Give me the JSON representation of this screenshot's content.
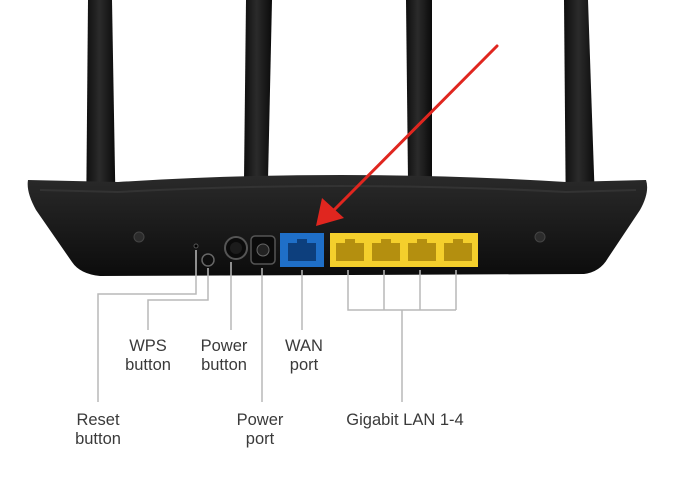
{
  "callouts": {
    "reset": {
      "line1": "Reset",
      "line2": "button"
    },
    "wps": {
      "line1": "WPS",
      "line2": "button"
    },
    "power_button": {
      "line1": "Power",
      "line2": "button"
    },
    "power_port": {
      "line1": "Power",
      "line2": "port"
    },
    "wan": {
      "line1": "WAN",
      "line2": "port"
    },
    "lan": {
      "line1": "Gigabit LAN 1-4"
    }
  },
  "colors": {
    "router_body": "#151515",
    "wan_port": "#1f6fc8",
    "lan_ports": "#f4cf2c",
    "leader_lines": "#b9b9b9",
    "arrow": "#e0261f"
  },
  "icons": [
    "router-image",
    "red-arrow-icon"
  ]
}
